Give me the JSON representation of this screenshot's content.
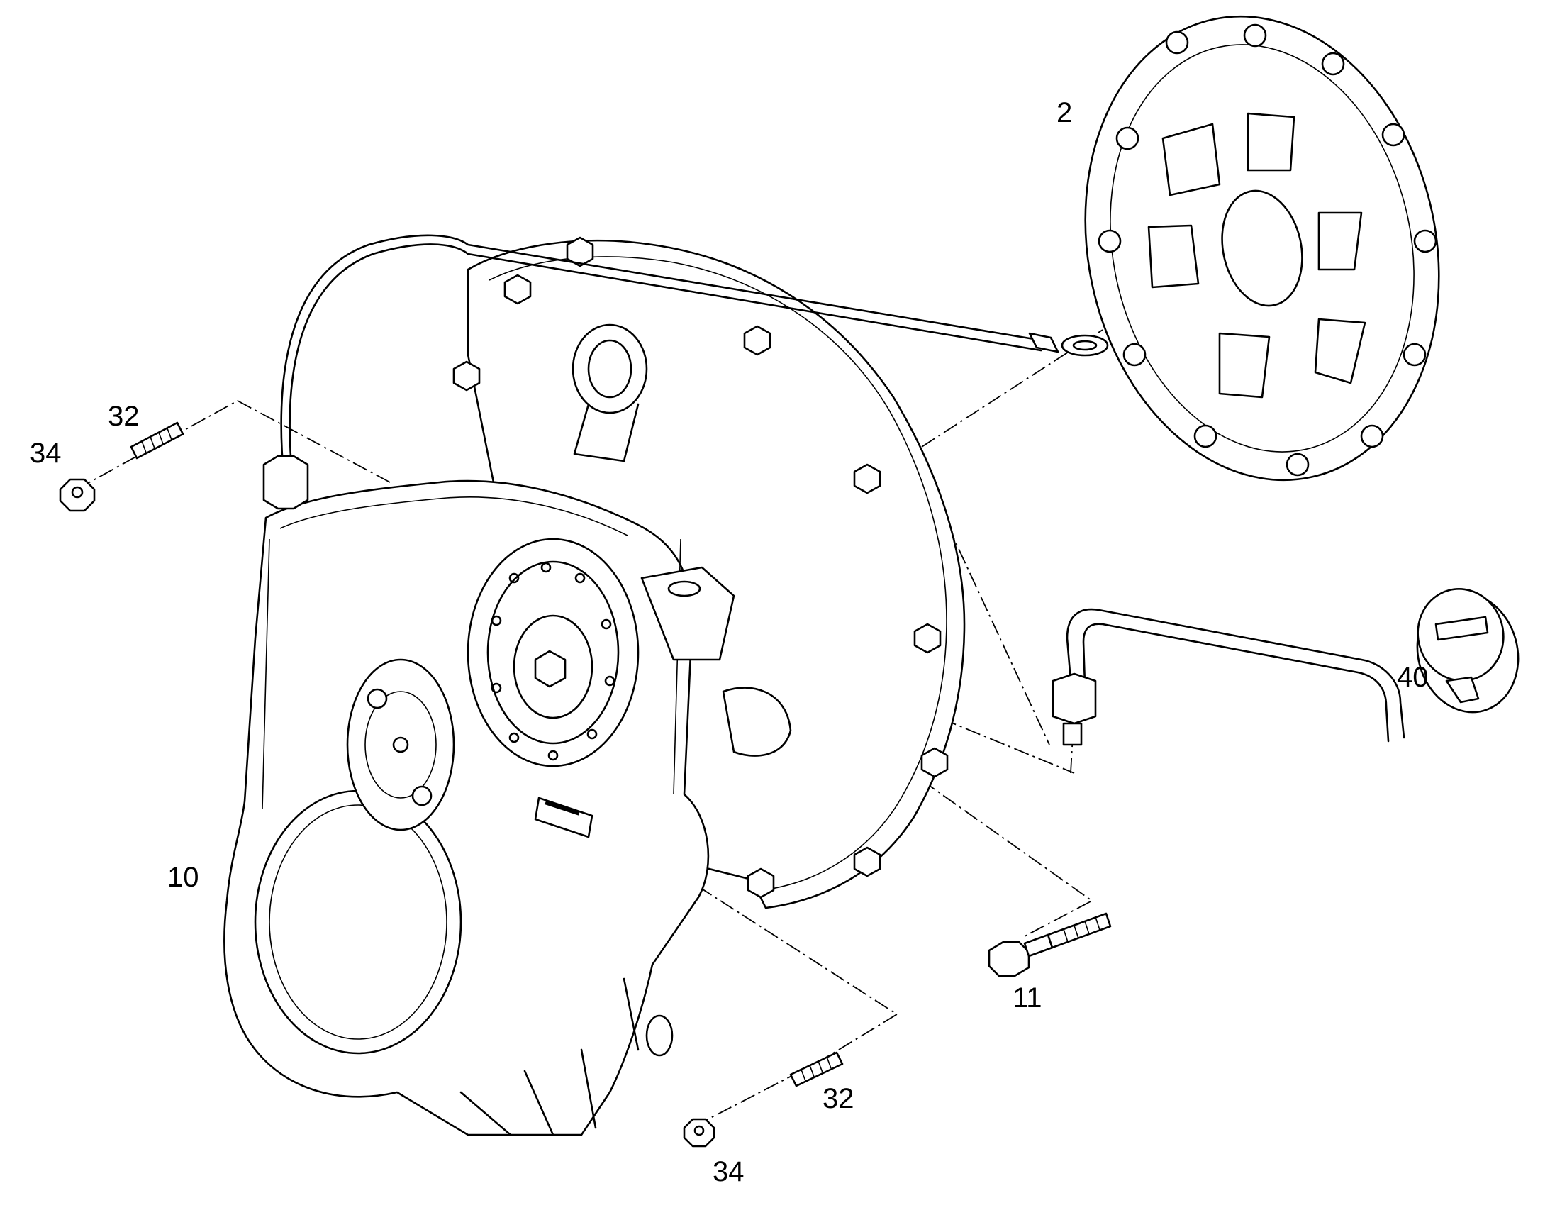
{
  "diagram": {
    "callouts": {
      "disc": "2",
      "screw_top": "32",
      "nut_top": "34",
      "housing": "10",
      "bolt": "11",
      "screw_bottom": "32",
      "nut_bottom": "34",
      "filler": "40"
    }
  }
}
